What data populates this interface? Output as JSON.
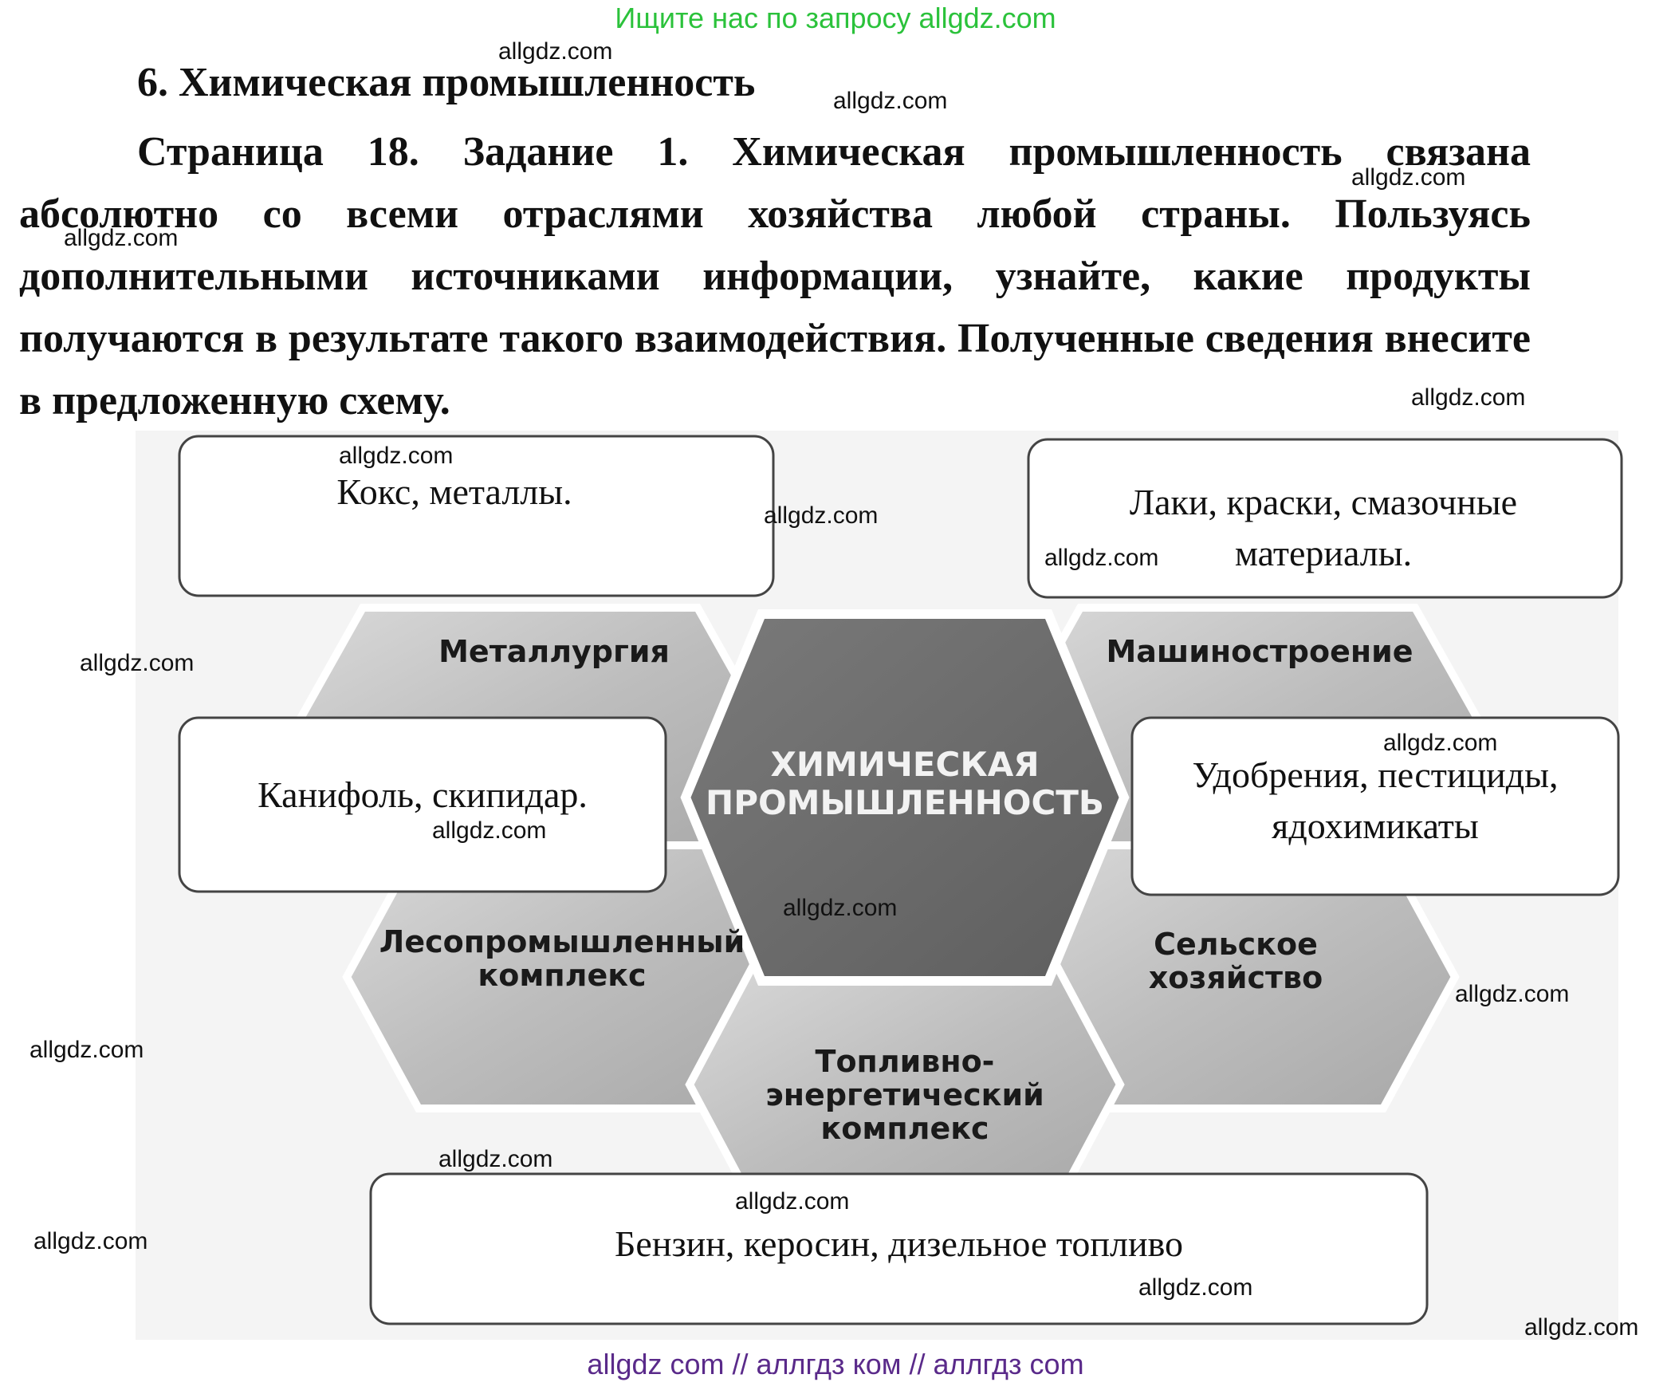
{
  "top_banner": "Ищите нас по запросу allgdz.com",
  "title": "6. Химическая промышленность",
  "task_text": "Страница 18. Задание 1. Химическая промышленность связана абсолютно со всеми отраслями хозяйства любой страны. Пользуясь дополнительными источниками информации, узнайте, какие продукты получаются в результате такого взаимодействия. Полученные сведения внесите в предложенную схему.",
  "watermark": "allgdz.com",
  "diagram": {
    "center": [
      "ХИМИЧЕСКАЯ",
      "ПРОМЫШЛЕННОСТЬ"
    ],
    "sectors": {
      "metallurgy": [
        "Металлургия"
      ],
      "machinery": [
        "Машиностроение"
      ],
      "forestry": [
        "Лесопромышленный",
        "комплекс"
      ],
      "agriculture": [
        "Сельское",
        "хозяйство"
      ],
      "energy": [
        "Топливно-",
        "энергетический",
        "комплекс"
      ]
    },
    "answers": {
      "metallurgy": "Кокс, металлы.",
      "machinery": [
        "Лаки, краски, смазочные",
        "материалы."
      ],
      "forestry": "Канифоль, скипидар.",
      "agriculture": [
        "Удобрения, пестициды,",
        "ядохимикаты"
      ],
      "energy": "Бензин, керосин, дизельное топливо"
    }
  },
  "bottom_banner": "allgdz com  //  аллгдз ком  //  аллгдз com"
}
